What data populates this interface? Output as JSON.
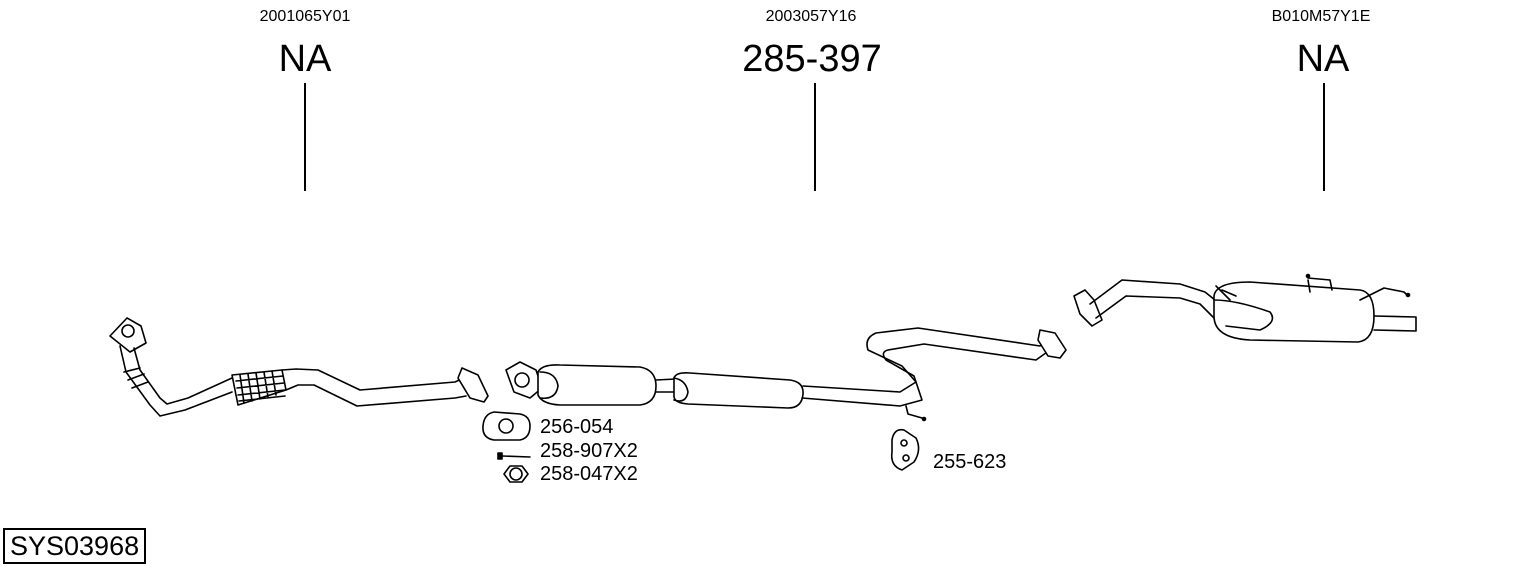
{
  "assemblies": [
    {
      "code": "2001065Y01",
      "part_number": "NA"
    },
    {
      "code": "2003057Y16",
      "part_number": "285-397"
    },
    {
      "code": "B010M57Y1E",
      "part_number": "NA"
    }
  ],
  "accessories": [
    {
      "part": "256-054",
      "icon": "gasket-icon"
    },
    {
      "part": "258-907X2",
      "icon": "bolt-icon"
    },
    {
      "part": "258-047X2",
      "icon": "nut-icon"
    },
    {
      "part": "255-623",
      "icon": "rubber-hanger-icon"
    }
  ],
  "system_id": "SYS03968"
}
